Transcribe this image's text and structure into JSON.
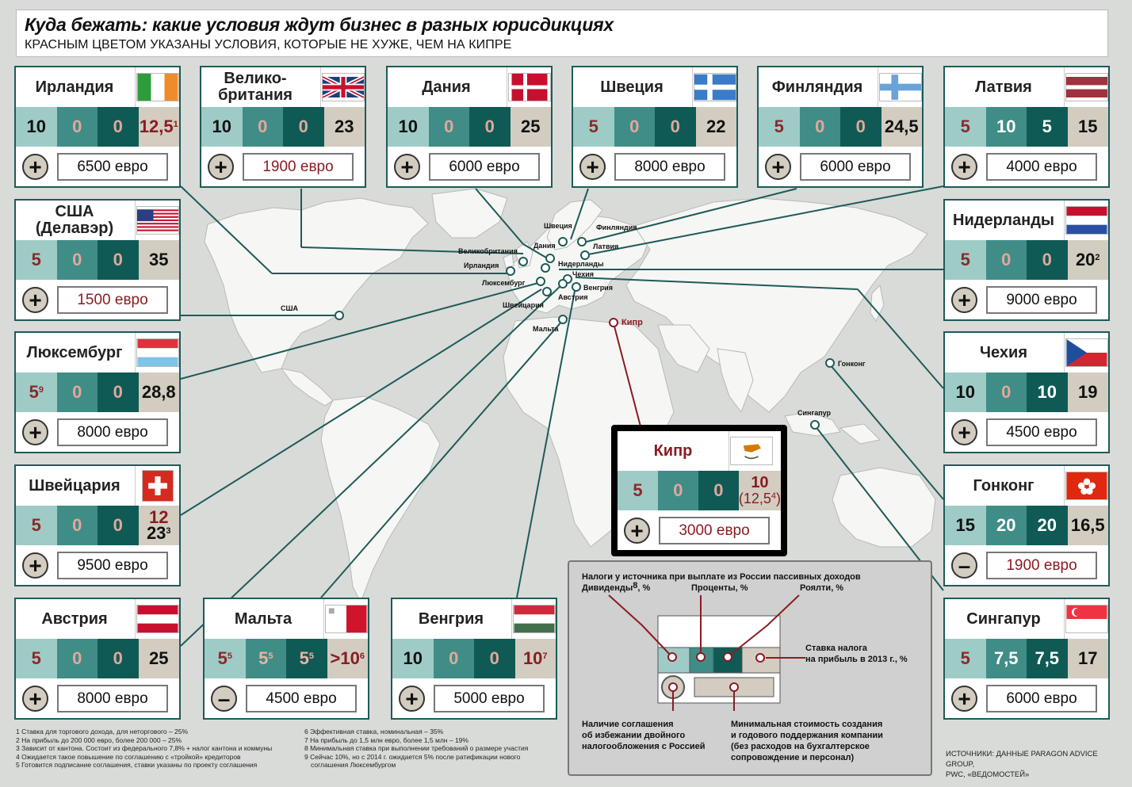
{
  "header": {
    "title": "Куда бежать: какие условия ждут бизнес в разных юрисдикциях",
    "subtitle": "КРАСНЫМ ЦВЕТОМ УКАЗАНЫ УСЛОВИЯ, КОТОРЫЕ НЕ ХУЖЕ, ЧЕМ НА КИПРЕ"
  },
  "cards": {
    "ireland": {
      "name": "Ирландия",
      "div": "10",
      "int": "0",
      "roy": "0",
      "tax": "12,5",
      "tax_sup": "1",
      "sign": "+",
      "cost": "6500 евро"
    },
    "uk": {
      "name": "Велико-британия",
      "div": "10",
      "int": "0",
      "roy": "0",
      "tax": "23",
      "sign": "+",
      "cost": "1900 евро"
    },
    "denmark": {
      "name": "Дания",
      "div": "10",
      "int": "0",
      "roy": "0",
      "tax": "25",
      "sign": "+",
      "cost": "6000 евро"
    },
    "sweden": {
      "name": "Швеция",
      "div": "5",
      "int": "0",
      "roy": "0",
      "tax": "22",
      "sign": "+",
      "cost": "8000 евро"
    },
    "finland": {
      "name": "Финляндия",
      "div": "5",
      "int": "0",
      "roy": "0",
      "tax": "24,5",
      "sign": "+",
      "cost": "6000 евро"
    },
    "latvia": {
      "name": "Латвия",
      "div": "5",
      "int": "10",
      "roy": "5",
      "tax": "15",
      "sign": "+",
      "cost": "4000 евро"
    },
    "usa": {
      "name": "США (Делавэр)",
      "div": "5",
      "int": "0",
      "roy": "0",
      "tax": "35",
      "sign": "+",
      "cost": "1500 евро"
    },
    "netherlands": {
      "name": "Нидерланды",
      "div": "5",
      "int": "0",
      "roy": "0",
      "tax": "20",
      "tax_sup": "2",
      "sign": "+",
      "cost": "9000 евро"
    },
    "luxembourg": {
      "name": "Люксембург",
      "div": "5",
      "div_sup": "9",
      "int": "0",
      "roy": "0",
      "tax": "28,8",
      "sign": "+",
      "cost": "8000 евро"
    },
    "czech": {
      "name": "Чехия",
      "div": "10",
      "int": "0",
      "roy": "10",
      "tax": "19",
      "sign": "+",
      "cost": "4500 евро"
    },
    "switzerland": {
      "name": "Швейцария",
      "div": "5",
      "int": "0",
      "roy": "0",
      "tax_a": "12",
      "tax_b": "23",
      "tax_sup": "3",
      "sign": "+",
      "cost": "9500 евро"
    },
    "hongkong": {
      "name": "Гонконг",
      "div": "15",
      "int": "20",
      "roy": "20",
      "tax": "16,5",
      "sign": "–",
      "cost": "1900 евро"
    },
    "austria": {
      "name": "Австрия",
      "div": "5",
      "int": "0",
      "roy": "0",
      "tax": "25",
      "sign": "+",
      "cost": "8000 евро"
    },
    "malta": {
      "name": "Мальта",
      "div": "5",
      "div_sup": "5",
      "int": "5",
      "int_sup": "5",
      "roy": "5",
      "roy_sup": "5",
      "tax": ">10",
      "tax_sup": "6",
      "sign": "–",
      "cost": "4500 евро"
    },
    "hungary": {
      "name": "Венгрия",
      "div": "10",
      "int": "0",
      "roy": "0",
      "tax": "10",
      "tax_sup": "7",
      "sign": "+",
      "cost": "5000 евро"
    },
    "singapore": {
      "name": "Сингапур",
      "div": "5",
      "int": "7,5",
      "roy": "7,5",
      "tax": "17",
      "sign": "+",
      "cost": "6000 евро"
    },
    "cyprus": {
      "name": "Кипр",
      "div": "5",
      "int": "0",
      "roy": "0",
      "tax_a": "10",
      "tax_b": "(12,5",
      "tax_b_sup": "4",
      "tax_b_end": ")",
      "sign": "+",
      "cost": "3000 евро"
    }
  },
  "map_labels": {
    "sweden": "Швеция",
    "finland": "Финляндия",
    "denmark": "Дания",
    "uk": "Великобритания",
    "latvia": "Латвия",
    "ireland": "Ирландия",
    "netherlands": "Нидерланды",
    "czech": "Чехия",
    "luxembourg": "Люксембург",
    "hungary": "Венгрия",
    "switzerland": "Швейцария",
    "austria": "Австрия",
    "usa": "США",
    "malta": "Мальта",
    "cyprus": "Кипр",
    "hongkong": "Гонконг",
    "singapore": "Сингапур"
  },
  "legend": {
    "line1": "Налоги у источника при выплате из России пассивных доходов",
    "dividends": "Дивиденды",
    "dividends_sup": "8",
    "dividends_unit": ", %",
    "interest": "Проценты, %",
    "royalty": "Роялти, %",
    "profit_tax_1": "Ставка  налога",
    "profit_tax_2": "на прибыль в 2013 г., %",
    "treaty_1": "Наличие соглашения",
    "treaty_2": "об избежании двойного",
    "treaty_3": "налогообложения с Россией",
    "cost_1": "Минимальная стоимость создания",
    "cost_2": "и годового поддержания компании",
    "cost_3": "(без расходов на бухгалтерское",
    "cost_4": "сопровождение и персонал)"
  },
  "footnotes": {
    "left": [
      "1 Ставка для торгового дохода, для неторгового – 25%",
      "2 На прибыль до 200 000 евро, более 200 000 – 25%",
      "3 Зависит от кантона. Состоит из федерального 7,8% + налог кантона и коммуны",
      "4 Ожидается такое повышение по соглашению с «тройкой» кредиторов",
      "5 Готовится подписание соглашения, ставки указаны по проекту соглашения"
    ],
    "right": [
      "6 Эффективная ставка, номинальная – 35%",
      "7 На прибыль до 1,5 млн евро, более 1,5 млн – 19%",
      "8 Минимальная ставка при выполнении требований о размере участия",
      "9 Сейчас 10%, но с 2014 г. ожидается 5% после ратификации нового",
      "соглашения Люксембургом"
    ]
  },
  "sources": {
    "line1": "ИСТОЧНИКИ: ДАННЫЕ PARAGON ADVICE GROUP,",
    "line2": "PWC, «ВЕДОМОСТЕЙ»"
  },
  "colors": {
    "col1": "#9fcbc7",
    "col2": "#3f8d86",
    "col3": "#0f5a55",
    "col4": "#d2cdc0",
    "highlight_red": "#8a1c22",
    "frame": "#1e5b57"
  }
}
